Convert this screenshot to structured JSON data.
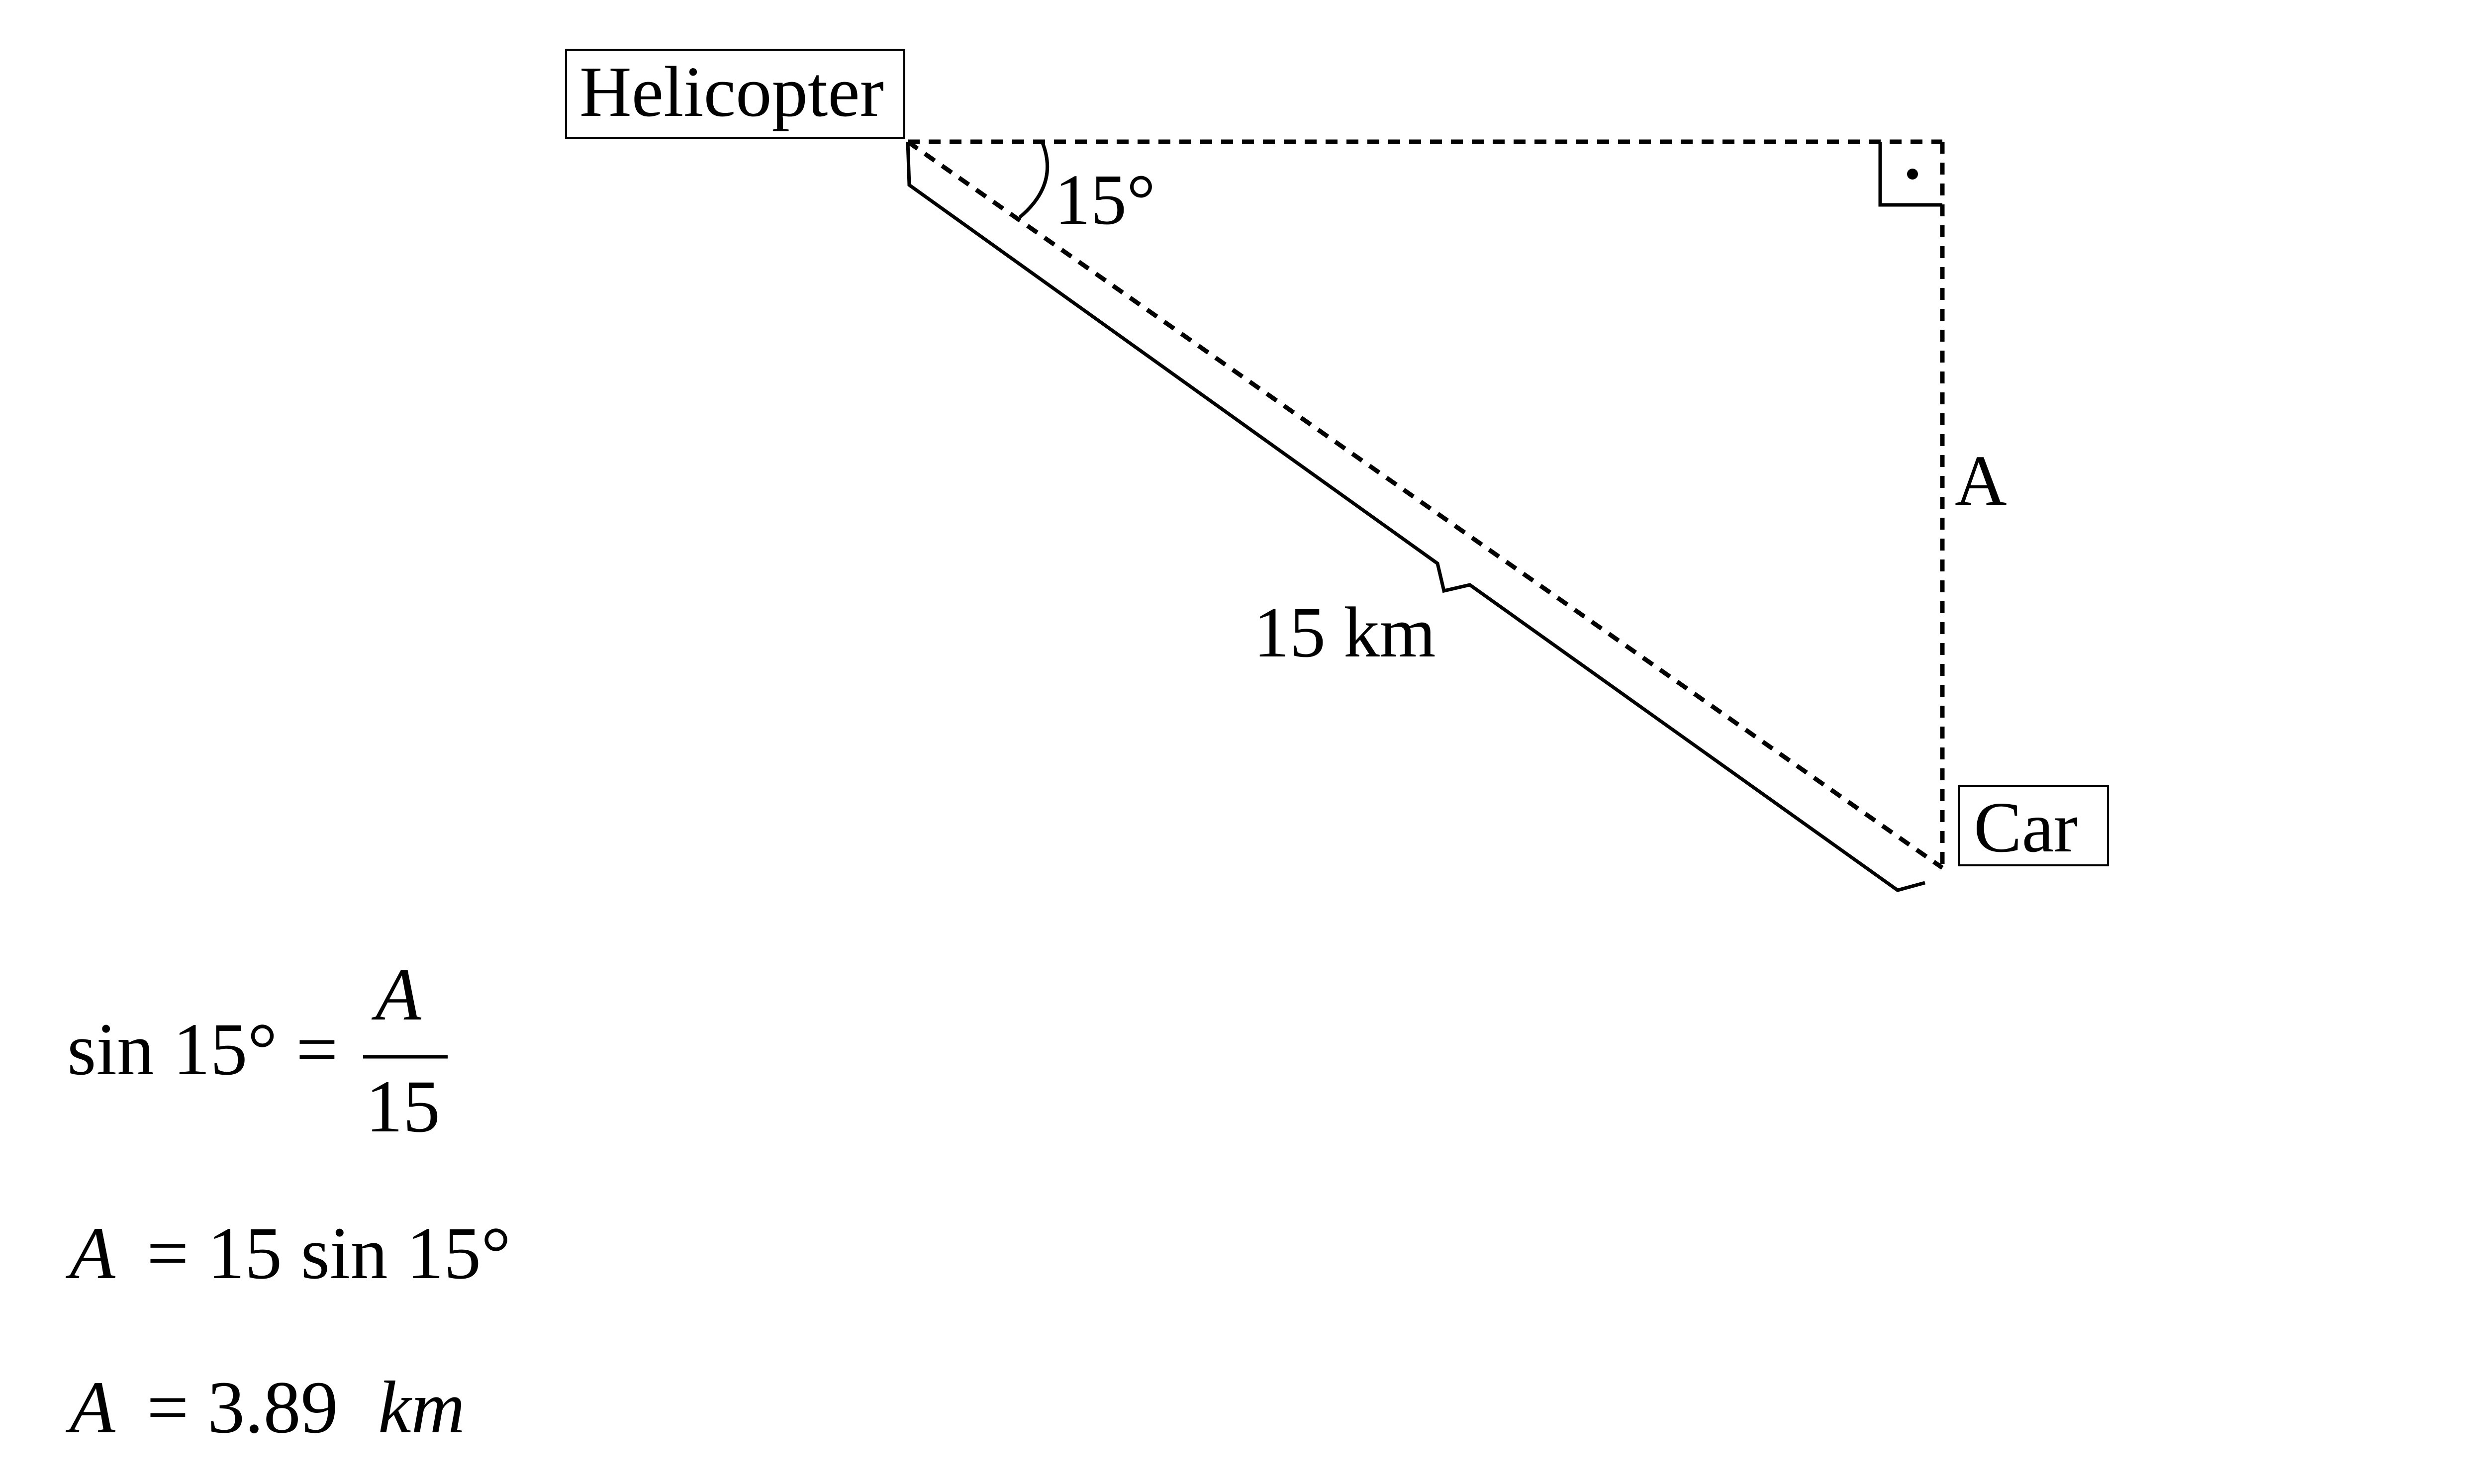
{
  "labels": {
    "helicopter": "Helicopter",
    "car": "Car",
    "angle": "15°",
    "distance": "15 km",
    "side": "A"
  },
  "equations": {
    "eq1_lhs": "sin 15° =",
    "eq1_num": "A",
    "eq1_den": "15",
    "eq2_var": "A",
    "eq2_rhs": "= 15 sin 15°",
    "eq3_var": "A",
    "eq3_rhs": "= 3.89",
    "eq3_unit": "km"
  }
}
